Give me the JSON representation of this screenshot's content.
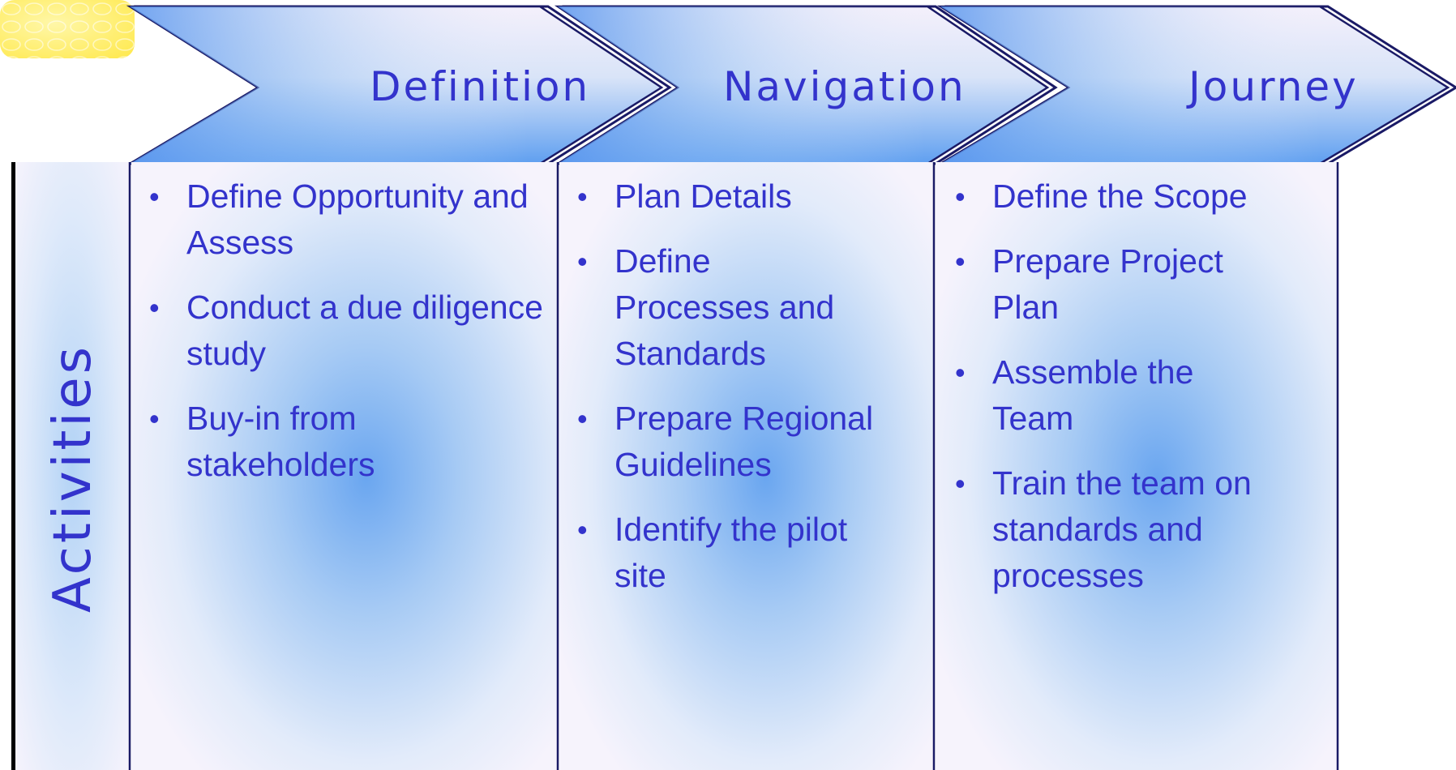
{
  "phases": [
    {
      "title": "Definition"
    },
    {
      "title": "Navigation"
    },
    {
      "title": "Journey"
    }
  ],
  "row_label": "Activities",
  "columns": [
    {
      "items": [
        "Define Opportunity and Assess",
        "Conduct a due diligence study",
        "Buy-in from stakeholders"
      ]
    },
    {
      "items": [
        "Plan Details",
        "Define Processes and Standards",
        "Prepare Regional Guidelines",
        "Identify the pilot site"
      ]
    },
    {
      "items": [
        "Define the Scope",
        "Prepare Project Plan",
        "Assemble the Team",
        "Train the team on standards and processes"
      ]
    }
  ],
  "colors": {
    "text": "#3333cc",
    "chevron_light": "#f2eefa",
    "chevron_mid": "#b9d4f4",
    "chevron_deep": "#6aa8f0",
    "panel_center": "#7fb4f0",
    "panel_edge": "#f4f1fb",
    "outline": "#1a1a66",
    "corner_accent": "#fff27a"
  }
}
